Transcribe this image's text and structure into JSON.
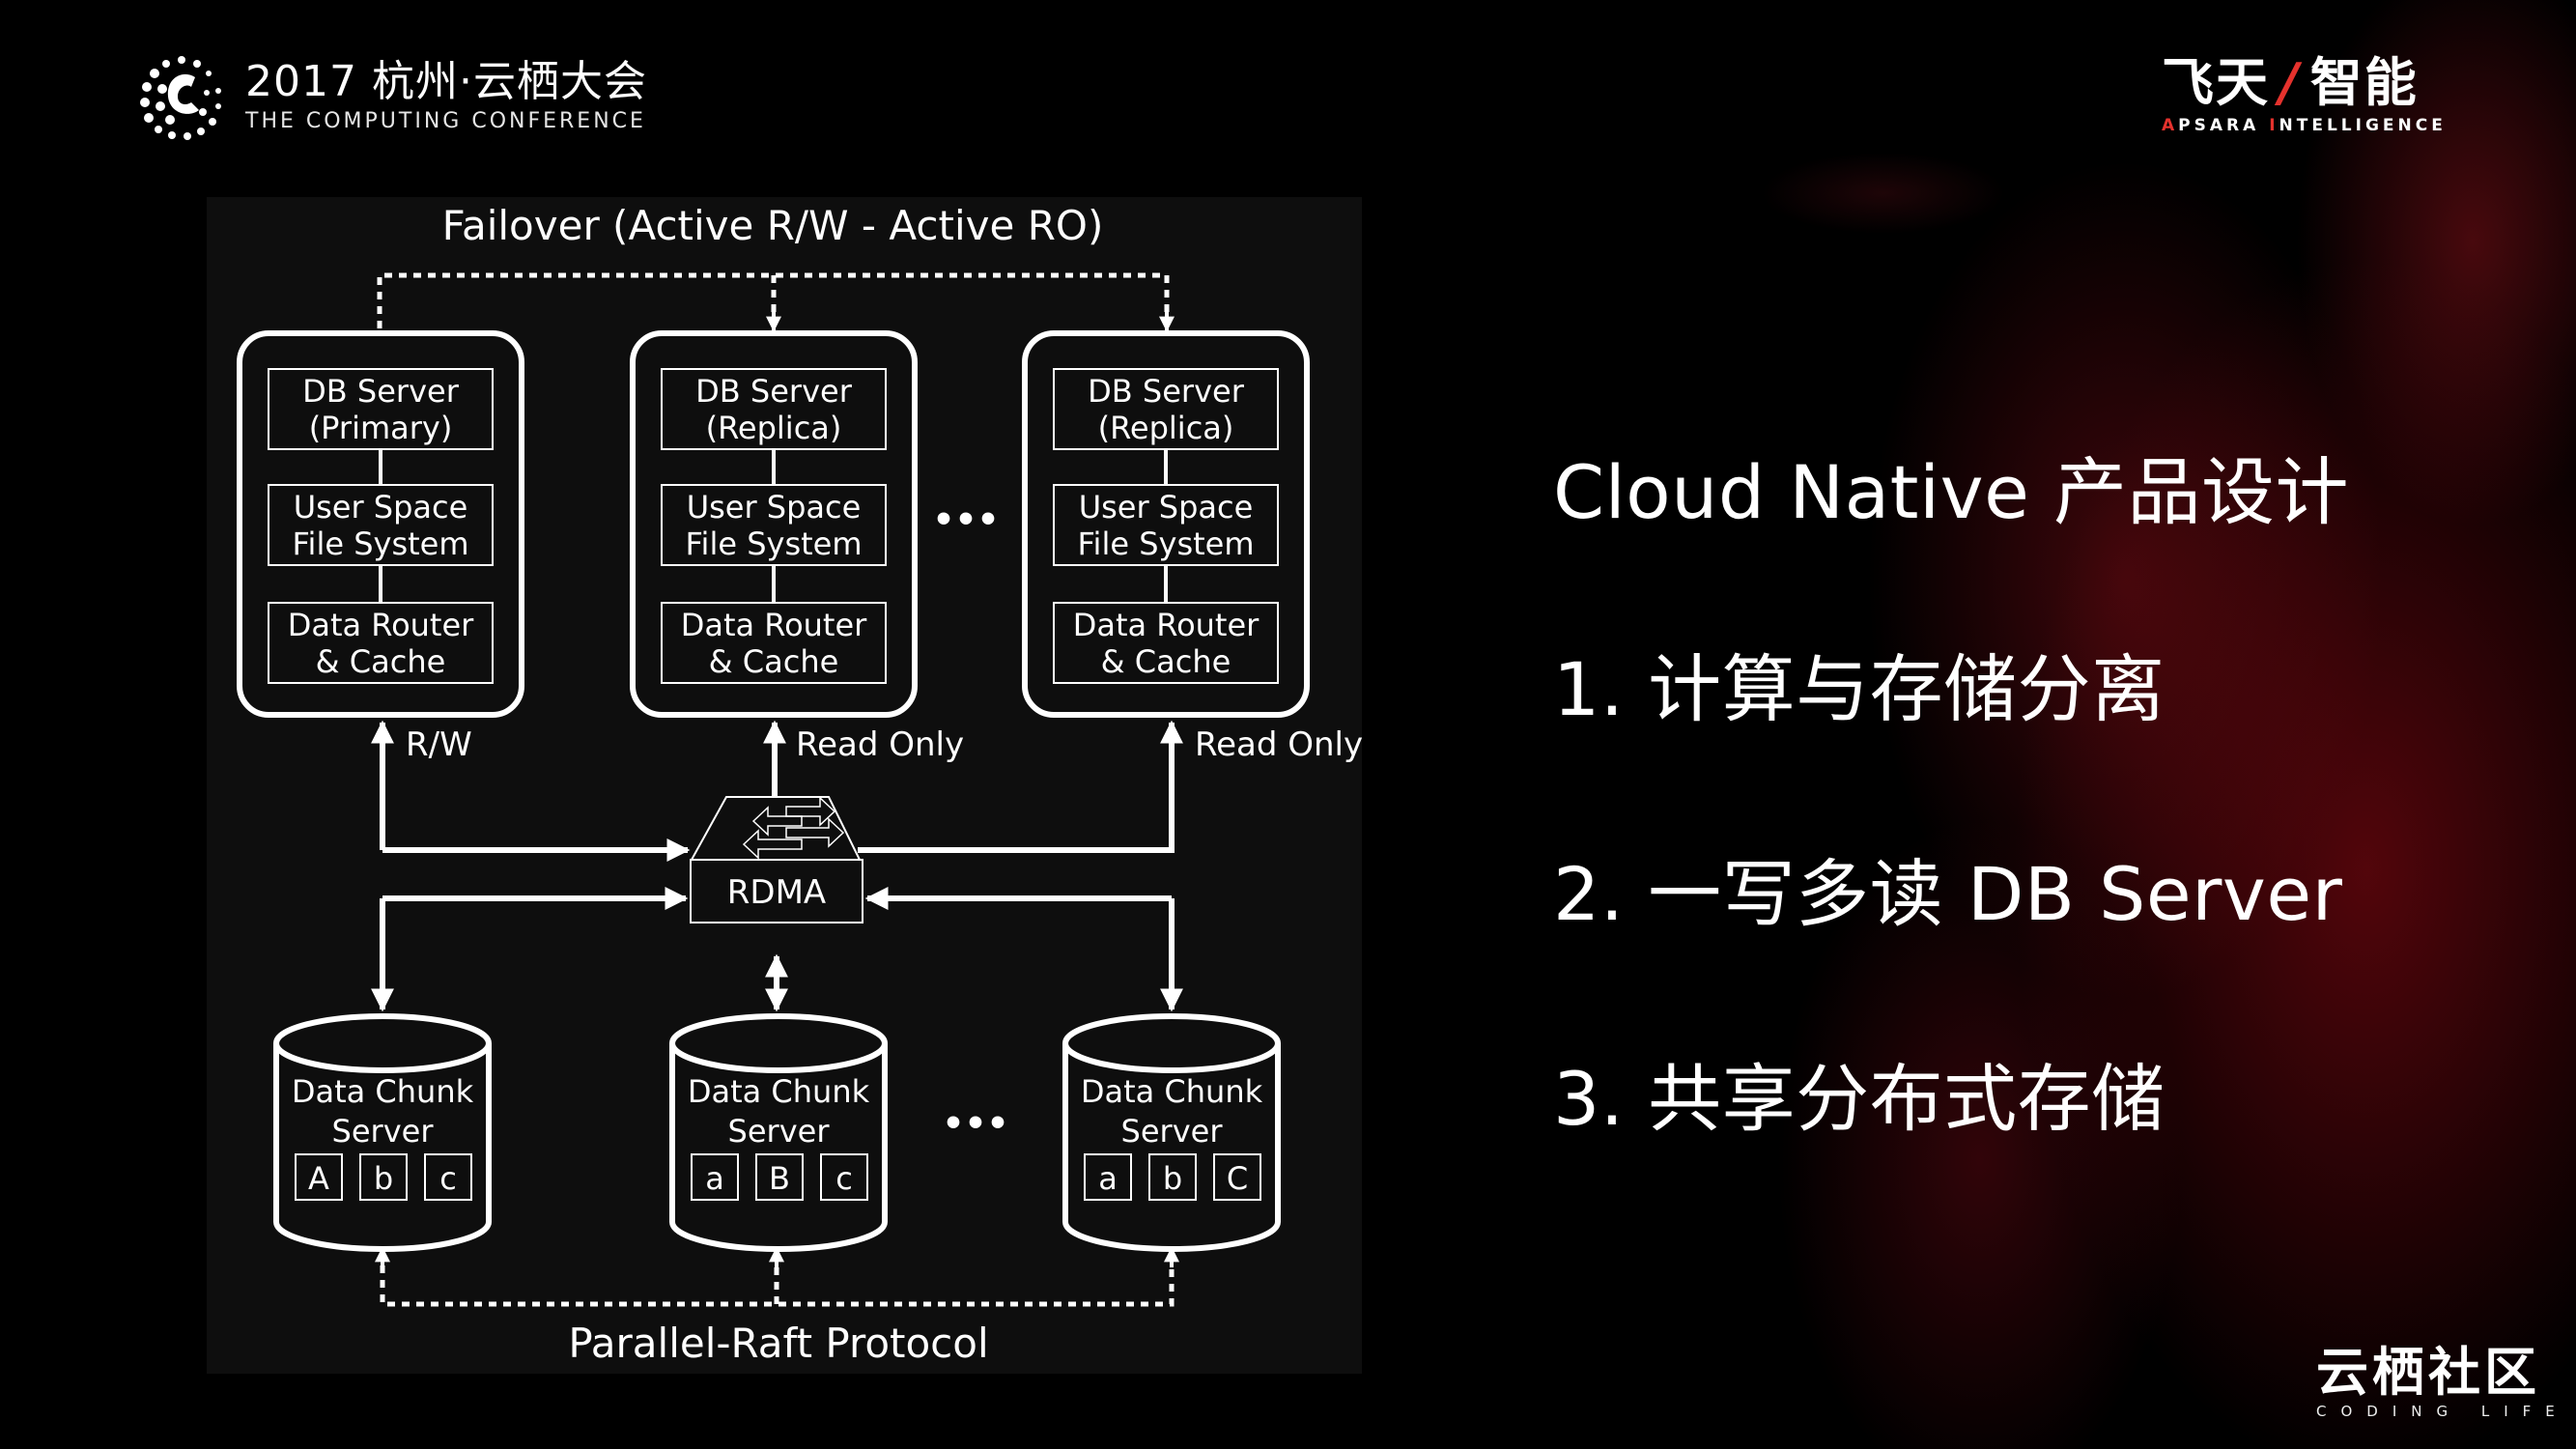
{
  "conference_logo": {
    "title": "2017 杭州·云栖大会",
    "subtitle": "THE COMPUTING CONFERENCE",
    "icon": "dotted-sphere-c-logo-icon"
  },
  "brand_logo": {
    "cn_left": "飞天",
    "cn_right": "智能",
    "en_first_letter_1": "A",
    "en_rest_1": "PSARA ",
    "en_first_letter_2": "I",
    "en_rest_2": "NTELLIGENCE",
    "accent_color": "#e5322d"
  },
  "community_logo": {
    "cn": "云栖社",
    "cn_last": "区",
    "en": "CODING LIFE",
    "accent_color": "#2f6df6"
  },
  "diagram": {
    "title": "Failover (Active R/W - Active RO)",
    "db_nodes": [
      {
        "layers": [
          [
            "DB Server",
            "(Primary)"
          ],
          [
            "User Space",
            "File System"
          ],
          [
            "Data Router",
            "& Cache"
          ]
        ],
        "link_label": "R/W"
      },
      {
        "layers": [
          [
            "DB Server",
            "(Replica)"
          ],
          [
            "User Space",
            "File System"
          ],
          [
            "Data Router",
            "& Cache"
          ]
        ],
        "link_label": "Read Only"
      },
      {
        "layers": [
          [
            "DB Server",
            "(Replica)"
          ],
          [
            "User Space",
            "File System"
          ],
          [
            "Data Router",
            "& Cache"
          ]
        ],
        "link_label": "Read Only"
      }
    ],
    "ellipsis": "•••",
    "switch_label": "RDMA",
    "chunk_servers": [
      {
        "label": [
          "Data Chunk",
          "Server"
        ],
        "chunks": [
          "A",
          "b",
          "c"
        ]
      },
      {
        "label": [
          "Data Chunk",
          "Server"
        ],
        "chunks": [
          "a",
          "B",
          "c"
        ]
      },
      {
        "label": [
          "Data Chunk",
          "Server"
        ],
        "chunks": [
          "a",
          "b",
          "C"
        ]
      }
    ],
    "protocol_label": "Parallel-Raft Protocol"
  },
  "headings": {
    "title": "Cloud Native 产品设计",
    "points": [
      "1. 计算与存储分离",
      "2. 一写多读 DB Server",
      "3. 共享分布式存储"
    ]
  }
}
